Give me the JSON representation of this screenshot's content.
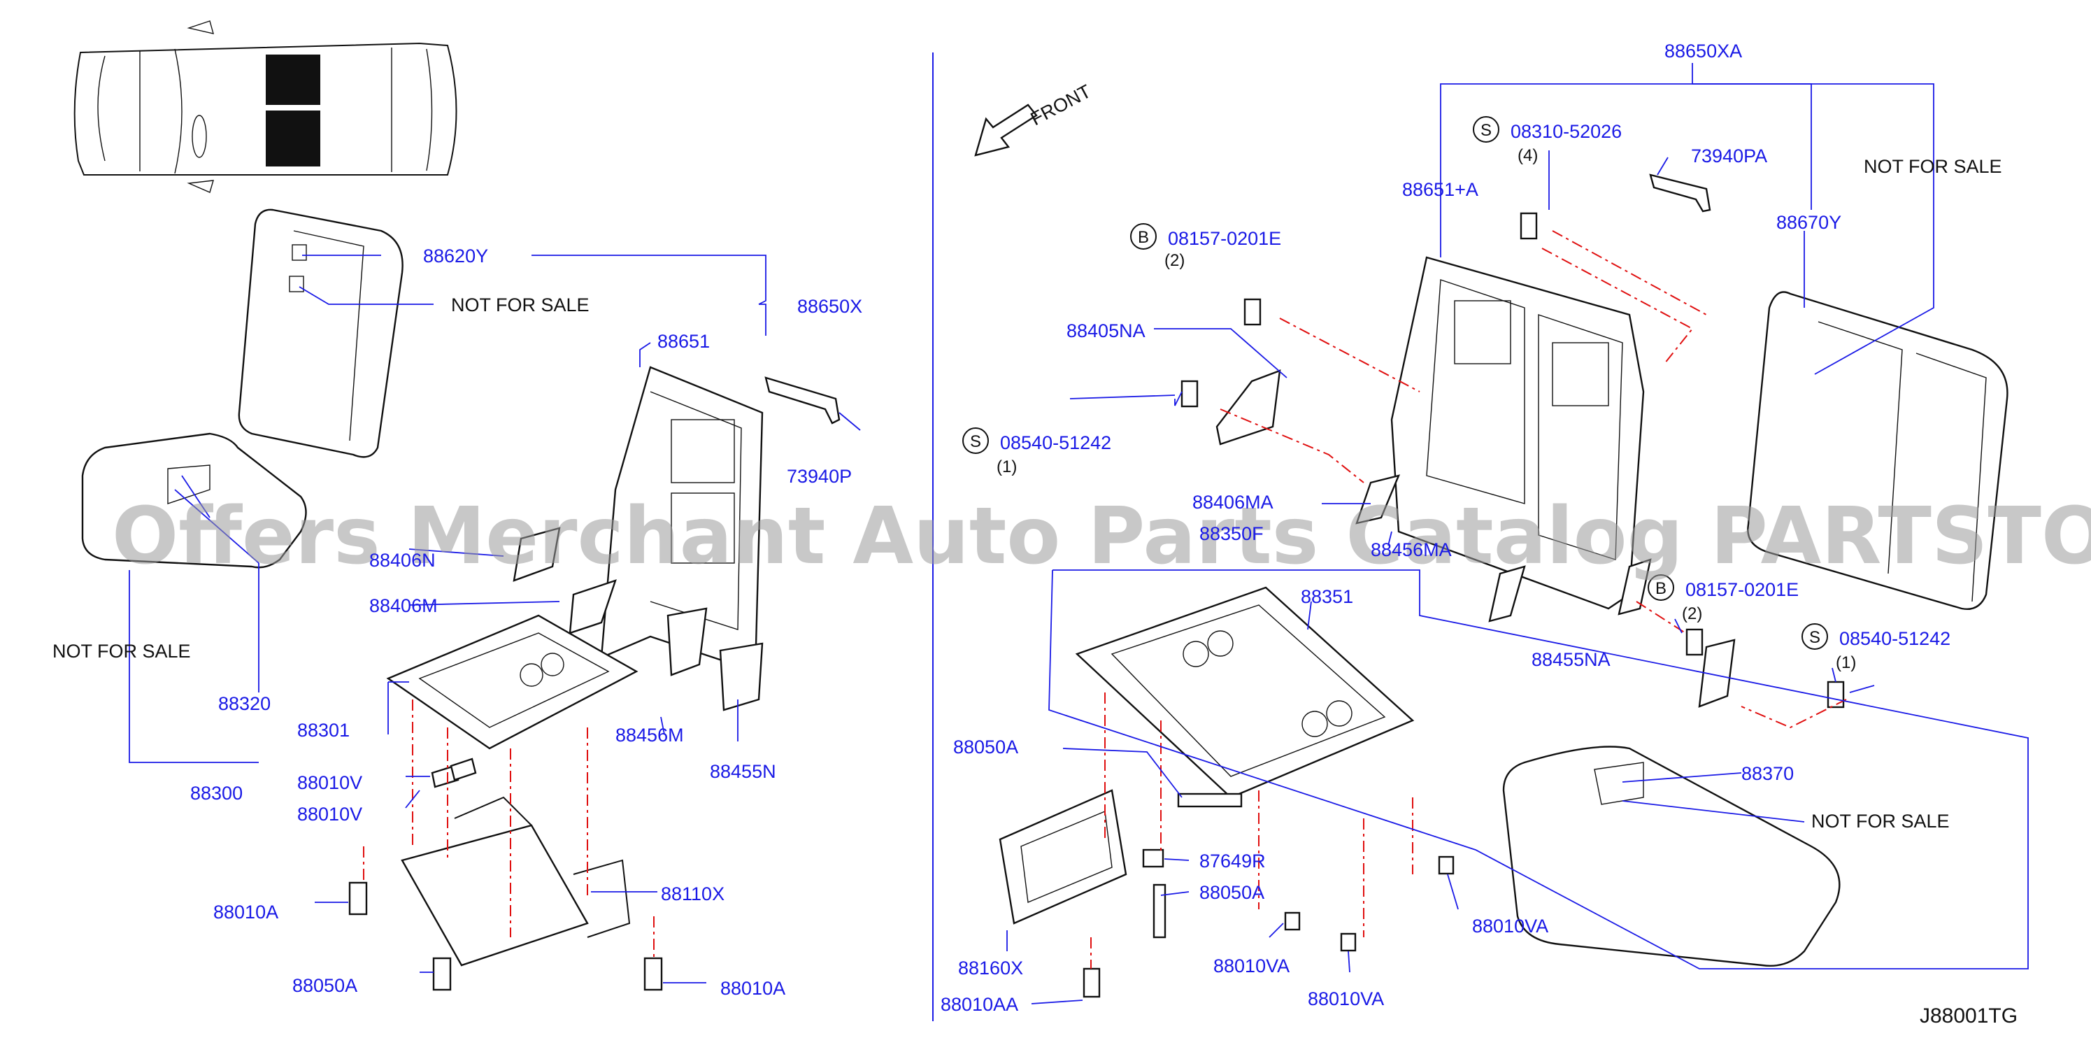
{
  "diagram_code": "J88001TG",
  "watermark": "Offers Merchant Auto Parts Catalog PARTSTORE.SA",
  "front_label": "FRONT",
  "colors": {
    "label": "#1a1ae6",
    "leader": "#1a1ae6",
    "dash": "#e01010",
    "line": "#111111"
  },
  "left": {
    "p88620Y": "88620Y",
    "nfs1": "NOT  FOR  SALE",
    "p88650X": "88650X",
    "p88651": "88651",
    "p73940P": "73940P",
    "p88406N": "88406N",
    "p88406M": "88406M",
    "nfs2": "NOT  FOR  SALE",
    "p88320": "88320",
    "p88301": "88301",
    "p88300": "88300",
    "p88010V_1": "88010V",
    "p88010V_2": "88010V",
    "p88456M": "88456M",
    "p88455N": "88455N",
    "p88110X": "88110X",
    "p88010A_1": "88010A",
    "p88050A": "88050A",
    "p88010A_2": "88010A"
  },
  "right": {
    "p88650XA": "88650XA",
    "s1_code": "S",
    "s1_part": "08310-52026",
    "s1_qty": "(4)",
    "p73940PA": "73940PA",
    "nfs3": "NOT  FOR  SALE",
    "p88651A": "88651+A",
    "p88670Y": "88670Y",
    "b1_code": "B",
    "b1_part": "08157-0201E",
    "b1_qty": "(2)",
    "p88405NA": "88405NA",
    "s2_code": "S",
    "s2_part": "08540-51242",
    "s2_qty": "(1)",
    "p88406MA": "88406MA",
    "p88350F": "88350F",
    "p88456MA": "88456MA",
    "p88351": "88351",
    "b2_code": "B",
    "b2_part": "08157-0201E",
    "b2_qty": "(2)",
    "p88455NA": "88455NA",
    "s3_code": "S",
    "s3_part": "08540-51242",
    "s3_qty": "(1)",
    "p88050A_1": "88050A",
    "p87649R": "87649R",
    "p88050A_2": "88050A",
    "p88370": "88370",
    "nfs4": "NOT  FOR  SALE",
    "p88160X": "88160X",
    "p88010VA_1": "88010VA",
    "p88010VA_2": "88010VA",
    "p88010VA_3": "88010VA",
    "p88010AA": "88010AA"
  }
}
